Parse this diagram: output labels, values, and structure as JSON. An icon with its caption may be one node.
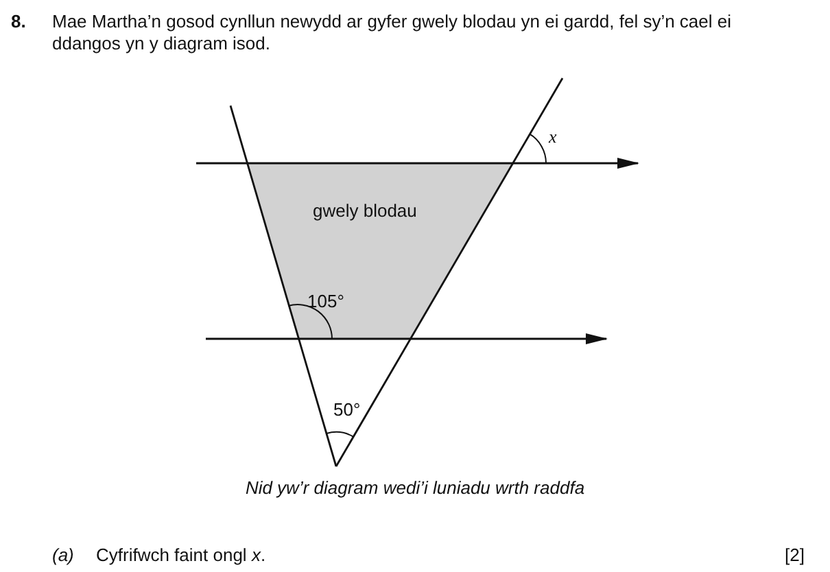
{
  "diagram": {
    "caption": "Nid yw’r diagram wedi’i luniadu wrth raddfa",
    "nodes": [
      {
        "text": [
          "gwely blodau"
        ]
      }
    ],
    "edges": [],
    "labels": [
      "8.",
      "Mae Martha’n gosod cynllun newydd ar gyfer gwely blodau yn ei gardd, fel sy’n cael ei ddangos yn y diagram isod.",
      "x",
      "105°",
      "50°",
      "(a)",
      "Cyfrifwch faint ongl *x*.",
      "[2]"
    ]
  }
}
